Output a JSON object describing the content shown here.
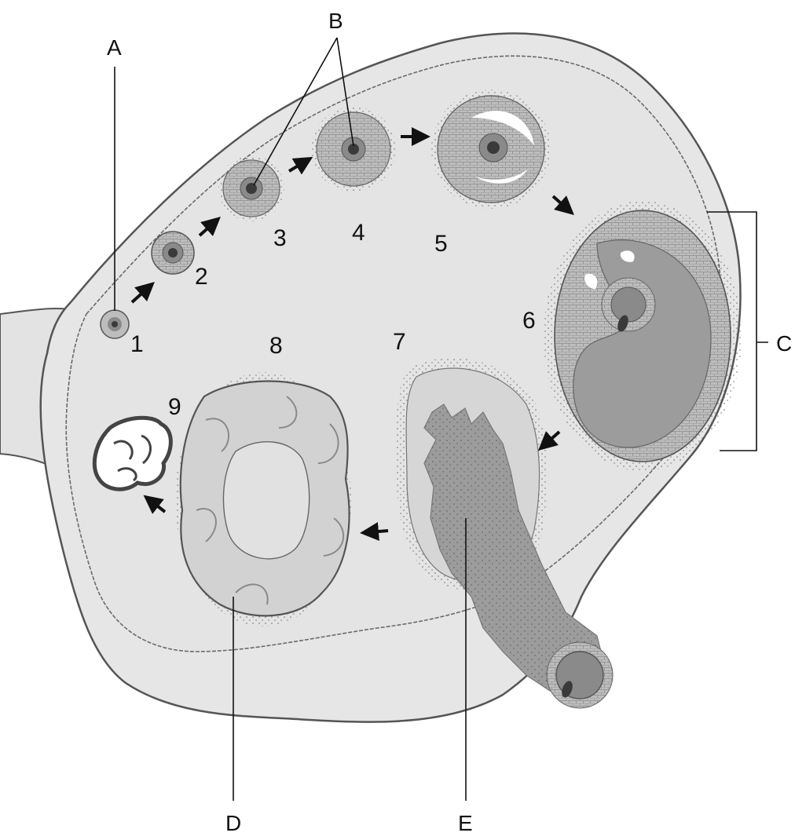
{
  "diagram": {
    "stage_numbers": [
      "1",
      "2",
      "3",
      "4",
      "5",
      "6",
      "7",
      "8",
      "9"
    ],
    "labels": {
      "a": "A",
      "b": "B",
      "c": "C",
      "d": "D",
      "e": "E"
    }
  },
  "colors": {
    "ovary_fill": "#e6e6e6",
    "outline": "#555555",
    "follicle_cells": "#bdbdbd",
    "oocyte": "#8a8a8a",
    "nucleus": "#3a3a3a",
    "antrum": "#9c9c9c",
    "corpus_luteum": "#d2d2d2",
    "corpus_albicans": "#ffffff",
    "ink": "#111111"
  }
}
